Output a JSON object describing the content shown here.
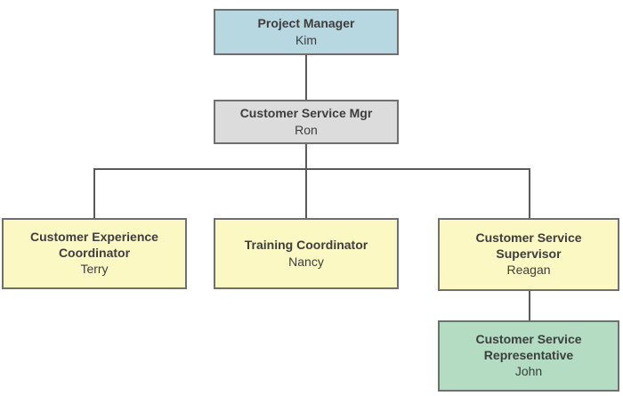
{
  "diagram": {
    "type": "org-chart",
    "background": "#ffffff",
    "line_color": "#5a5a5a",
    "text_color": "#3d3d3d",
    "border_color": "#6f6f6f",
    "nodes": [
      {
        "id": "project-manager",
        "title": "Project Manager",
        "person": "Kim",
        "fill": "#b7d8e1"
      },
      {
        "id": "customer-service-mgr",
        "title": "Customer Service Mgr",
        "person": "Ron",
        "fill": "#dcdcdc"
      },
      {
        "id": "customer-experience-coordinator",
        "title": "Customer Experience Coordinator",
        "person": "Terry",
        "fill": "#fbf8c4"
      },
      {
        "id": "training-coordinator",
        "title": "Training Coordinator",
        "person": "Nancy",
        "fill": "#fbf8c4"
      },
      {
        "id": "customer-service-supervisor",
        "title": "Customer Service Supervisor",
        "person": "Reagan",
        "fill": "#fbf8c4"
      },
      {
        "id": "customer-service-representative",
        "title": "Customer Service Representative",
        "person": "John",
        "fill": "#b3dcc3"
      }
    ],
    "edges": [
      {
        "from": "project-manager",
        "to": "customer-service-mgr"
      },
      {
        "from": "customer-service-mgr",
        "to": "customer-experience-coordinator"
      },
      {
        "from": "customer-service-mgr",
        "to": "training-coordinator"
      },
      {
        "from": "customer-service-mgr",
        "to": "customer-service-supervisor"
      },
      {
        "from": "customer-service-supervisor",
        "to": "customer-service-representative"
      }
    ]
  }
}
